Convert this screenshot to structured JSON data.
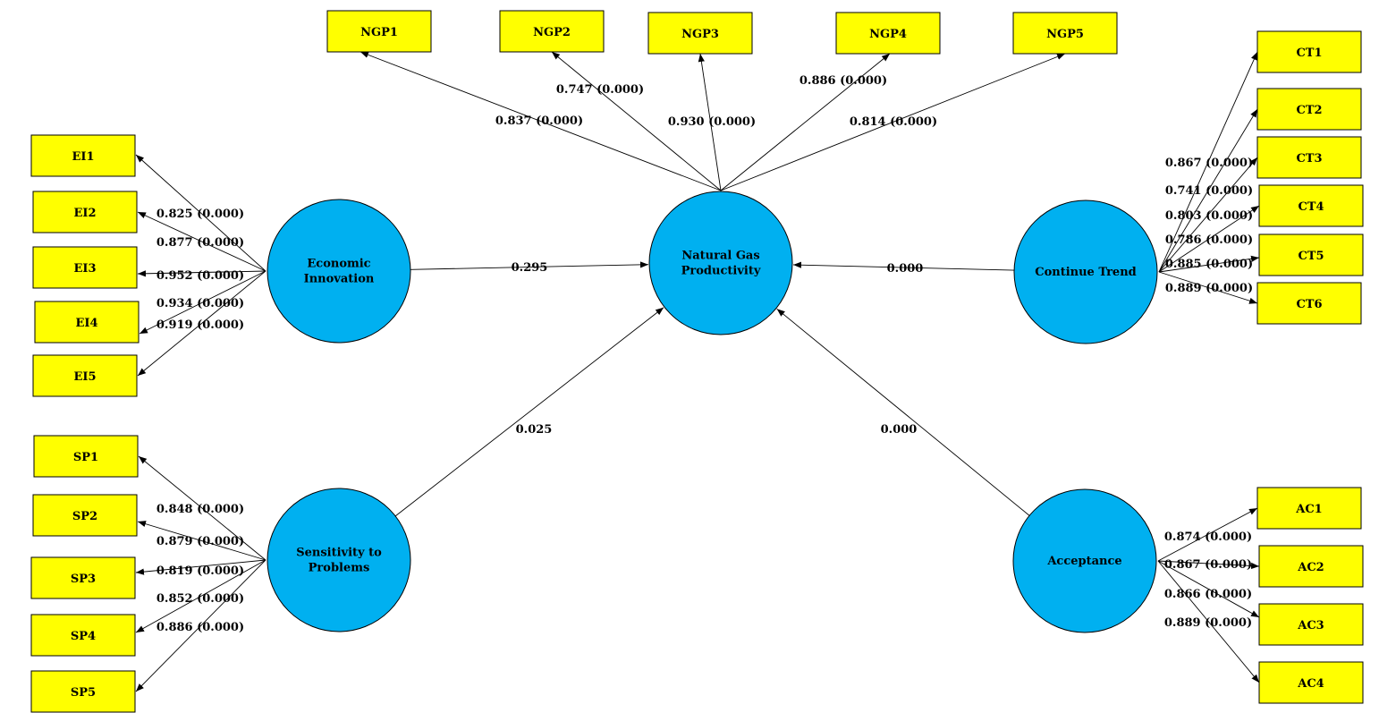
{
  "colors": {
    "indicator": "#ffff00",
    "latent": "#00b0f0",
    "stroke": "#000000"
  },
  "latents": [
    {
      "id": "EI",
      "lines": [
        "Economic",
        "Innovation"
      ]
    },
    {
      "id": "SP",
      "lines": [
        "Sensitivity to",
        "Problems"
      ]
    },
    {
      "id": "NGP",
      "lines": [
        "Natural Gas",
        "Productivity"
      ]
    },
    {
      "id": "CT",
      "lines": [
        "Continue Trend"
      ]
    },
    {
      "id": "AC",
      "lines": [
        "Acceptance"
      ]
    }
  ],
  "indicators": [
    {
      "id": "NGP1",
      "label": "NGP1",
      "latent": "NGP",
      "loading": "0.837 (0.000)"
    },
    {
      "id": "NGP2",
      "label": "NGP2",
      "latent": "NGP",
      "loading": "0.747 (0.000)"
    },
    {
      "id": "NGP3",
      "label": "NGP3",
      "latent": "NGP",
      "loading": "0.930 (0.000)"
    },
    {
      "id": "NGP4",
      "label": "NGP4",
      "latent": "NGP",
      "loading": "0.886 (0.000)"
    },
    {
      "id": "NGP5",
      "label": "NGP5",
      "latent": "NGP",
      "loading": "0.814 (0.000)"
    },
    {
      "id": "EI1",
      "label": "EI1",
      "latent": "EI",
      "loading": "0.825 (0.000)"
    },
    {
      "id": "EI2",
      "label": "EI2",
      "latent": "EI",
      "loading": "0.877 (0.000)"
    },
    {
      "id": "EI3",
      "label": "EI3",
      "latent": "EI",
      "loading": "0.952 (0.000)"
    },
    {
      "id": "EI4",
      "label": "EI4",
      "latent": "EI",
      "loading": "0.934 (0.000)"
    },
    {
      "id": "EI5",
      "label": "EI5",
      "latent": "EI",
      "loading": "0.919 (0.000)"
    },
    {
      "id": "SP1",
      "label": "SP1",
      "latent": "SP",
      "loading": "0.848 (0.000)"
    },
    {
      "id": "SP2",
      "label": "SP2",
      "latent": "SP",
      "loading": "0.879 (0.000)"
    },
    {
      "id": "SP3",
      "label": "SP3",
      "latent": "SP",
      "loading": "0.819 (0.000)"
    },
    {
      "id": "SP4",
      "label": "SP4",
      "latent": "SP",
      "loading": "0.852 (0.000)"
    },
    {
      "id": "SP5",
      "label": "SP5",
      "latent": "SP",
      "loading": "0.886 (0.000)"
    },
    {
      "id": "CT1",
      "label": "CT1",
      "latent": "CT",
      "loading": "0.867 (0.000)"
    },
    {
      "id": "CT2",
      "label": "CT2",
      "latent": "CT",
      "loading": "0.741 (0.000)"
    },
    {
      "id": "CT3",
      "label": "CT3",
      "latent": "CT",
      "loading": "0.803 (0.000)"
    },
    {
      "id": "CT4",
      "label": "CT4",
      "latent": "CT",
      "loading": "0.786 (0.000)"
    },
    {
      "id": "CT5",
      "label": "CT5",
      "latent": "CT",
      "loading": "0.885 (0.000)"
    },
    {
      "id": "CT6",
      "label": "CT6",
      "latent": "CT",
      "loading": "0.889 (0.000)"
    },
    {
      "id": "AC1",
      "label": "AC1",
      "latent": "AC",
      "loading": "0.874 (0.000)"
    },
    {
      "id": "AC2",
      "label": "AC2",
      "latent": "AC",
      "loading": "0.867 (0.000)"
    },
    {
      "id": "AC3",
      "label": "AC3",
      "latent": "AC",
      "loading": "0.866 (0.000)"
    },
    {
      "id": "AC4",
      "label": "AC4",
      "latent": "AC",
      "loading": "0.889 (0.000)"
    }
  ],
  "structural_paths": [
    {
      "from": "EI",
      "to": "NGP",
      "label": "0.295"
    },
    {
      "from": "SP",
      "to": "NGP",
      "label": "0.025"
    },
    {
      "from": "CT",
      "to": "NGP",
      "label": "0.000"
    },
    {
      "from": "AC",
      "to": "NGP",
      "label": "0.000"
    }
  ]
}
